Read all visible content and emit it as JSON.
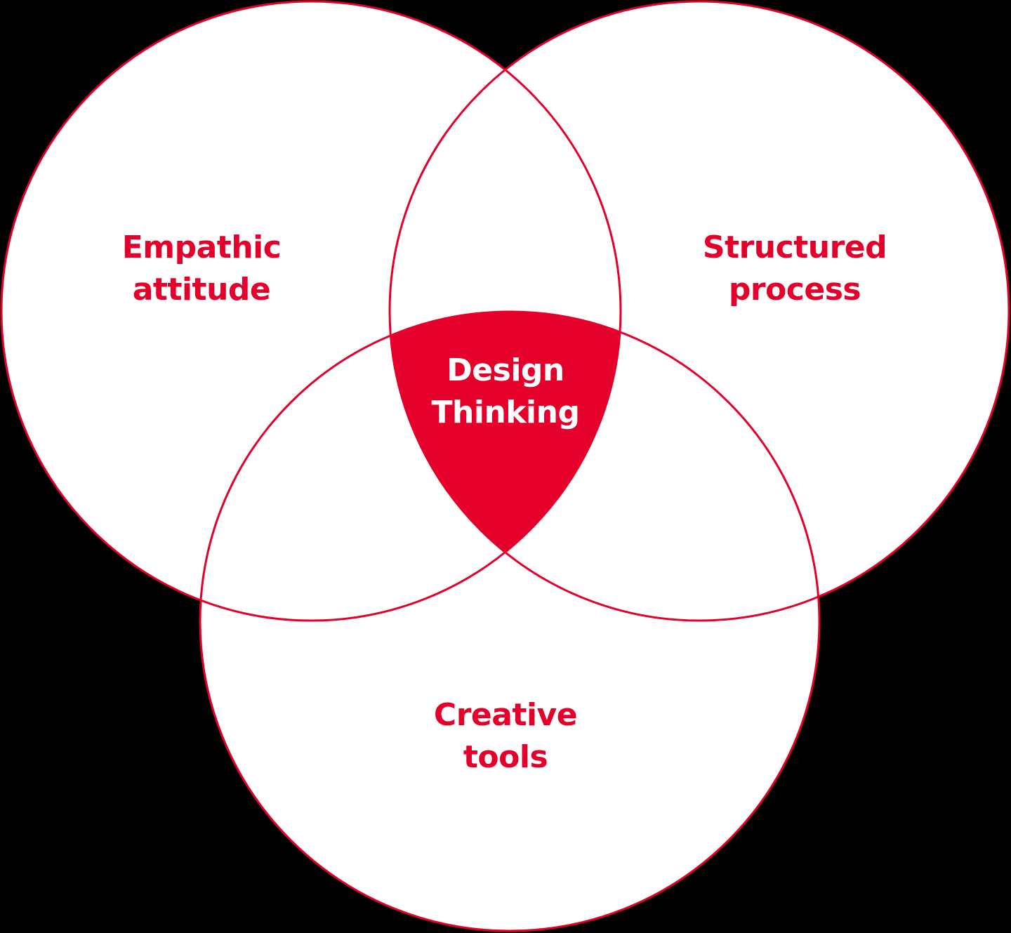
{
  "colors": {
    "background": "#000000",
    "circle_fill": "#ffffff",
    "accent": "#e4002b",
    "center_text": "#ffffff"
  },
  "diagram": {
    "type": "venn",
    "sets": [
      {
        "id": "empathic",
        "label_lines": [
          "Empathic",
          "attitude"
        ]
      },
      {
        "id": "structured",
        "label_lines": [
          "Structured",
          "process"
        ]
      },
      {
        "id": "creative",
        "label_lines": [
          "Creative",
          "tools"
        ]
      }
    ],
    "intersection": {
      "label_lines": [
        "Design",
        "Thinking"
      ]
    }
  }
}
